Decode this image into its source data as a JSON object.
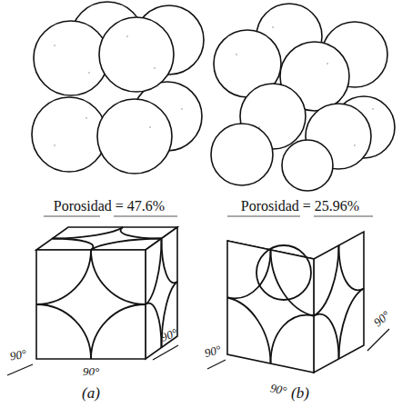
{
  "diagram": {
    "labels": [
      "Porosidad = 47.6%",
      "Porosidad = 25.96%",
      "90°",
      "90°",
      "90°",
      "90°",
      "90°",
      "90°",
      "(a)",
      "(b)"
    ]
  }
}
